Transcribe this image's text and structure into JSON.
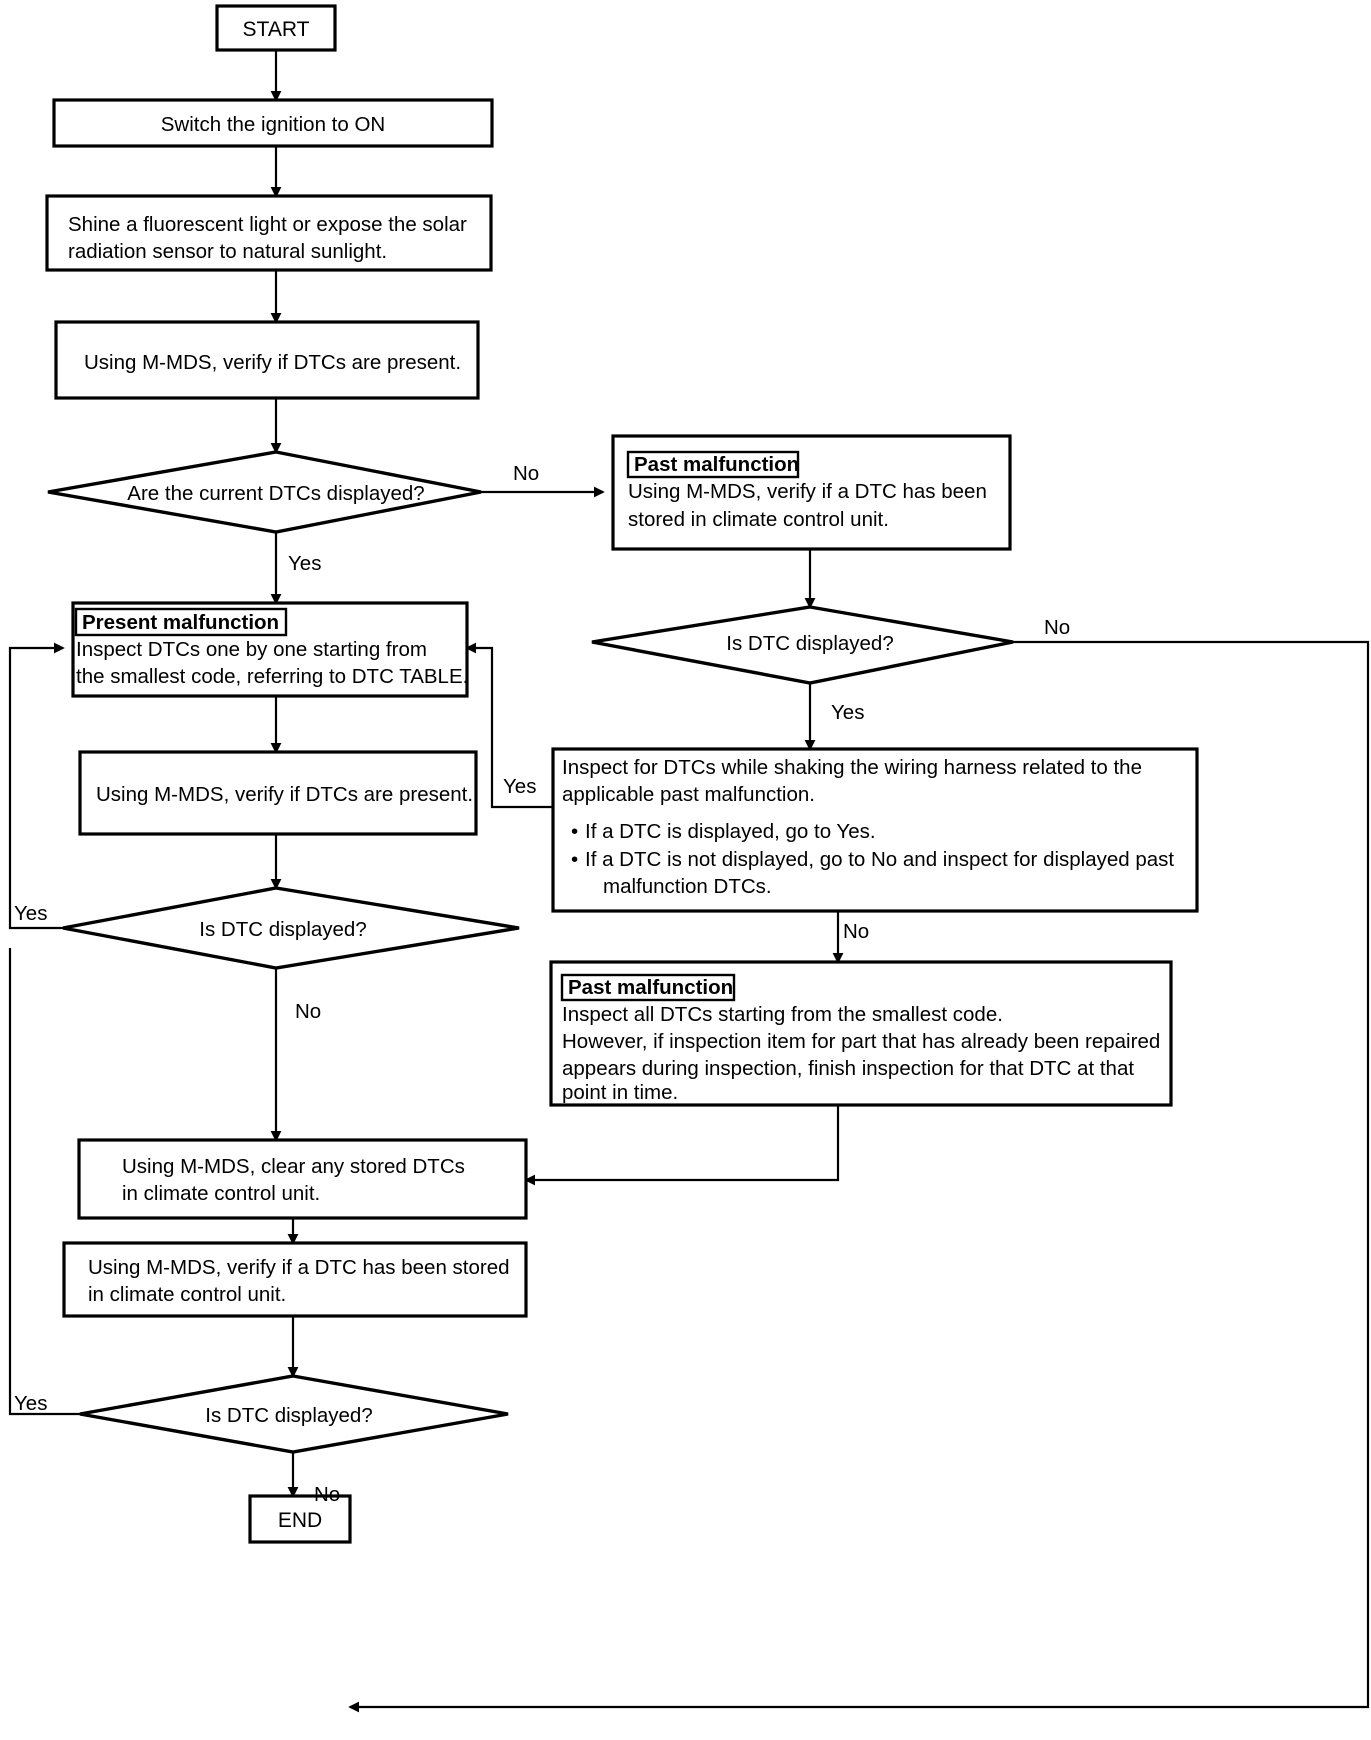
{
  "diagram": {
    "title": "DTC inspection flowchart",
    "colors": {
      "stroke": "#000000",
      "fill": "#ffffff",
      "text": "#000000"
    },
    "nodes": {
      "start": {
        "label": "START",
        "shape": "terminator"
      },
      "ignition": {
        "label": "Switch the ignition to ON",
        "shape": "process"
      },
      "shine": {
        "shape": "process",
        "lines": [
          "Shine a fluorescent light or expose the solar",
          "radiation sensor to natural sunlight."
        ]
      },
      "verify_present_1": {
        "label": "Using M-MDS, verify if DTCs are present.",
        "shape": "process"
      },
      "q_current_dtcs": {
        "label": "Are the current DTCs displayed?",
        "shape": "decision"
      },
      "past_malfunction_1": {
        "shape": "process",
        "tag": "Past malfunction",
        "lines": [
          "Using M-MDS, verify if a DTC has been",
          "stored in climate control unit."
        ]
      },
      "q_dtc_displayed_right": {
        "label": "Is DTC displayed?",
        "shape": "decision"
      },
      "present_malfunction": {
        "shape": "process",
        "tag": "Present malfunction",
        "lines": [
          "Inspect DTCs one by one starting from",
          "the smallest code, referring to DTC TABLE."
        ]
      },
      "shake_harness": {
        "shape": "process",
        "lines": [
          "Inspect for DTCs while shaking the wiring harness related to the",
          "applicable past malfunction."
        ],
        "bullets": [
          [
            "If a DTC is displayed, go to Yes."
          ],
          [
            "If a DTC is not displayed, go to No and inspect for displayed past",
            "malfunction DTCs."
          ]
        ]
      },
      "verify_present_2": {
        "label": "Using M-MDS, verify if DTCs are present.",
        "shape": "process"
      },
      "q_dtc_displayed_mid": {
        "label": "Is DTC displayed?",
        "shape": "decision"
      },
      "past_malfunction_2": {
        "shape": "process",
        "tag": "Past malfunction",
        "lines": [
          "Inspect all DTCs starting from the smallest code.",
          "However, if inspection item for part that has already been repaired",
          "appears during inspection, finish inspection for that DTC at that",
          "point in time."
        ]
      },
      "clear_dtcs": {
        "shape": "process",
        "lines": [
          "Using M-MDS, clear any stored DTCs",
          "in climate control unit."
        ]
      },
      "verify_stored": {
        "shape": "process",
        "lines": [
          "Using M-MDS, verify if a DTC has been stored",
          "in climate control unit."
        ]
      },
      "q_dtc_displayed_bottom": {
        "label": "Is DTC displayed?",
        "shape": "decision"
      },
      "end": {
        "label": "END",
        "shape": "terminator"
      }
    },
    "edge_labels": {
      "no_current_dtcs": "No",
      "yes_current_dtcs": "Yes",
      "no_right_decision": "No",
      "yes_right_decision": "Yes",
      "yes_shake_loop": "Yes",
      "no_shake": "No",
      "yes_mid_decision": "Yes",
      "no_mid_decision": "No",
      "yes_bottom_decision": "Yes",
      "no_bottom_decision": "No"
    },
    "bullet_glyph": "•"
  }
}
